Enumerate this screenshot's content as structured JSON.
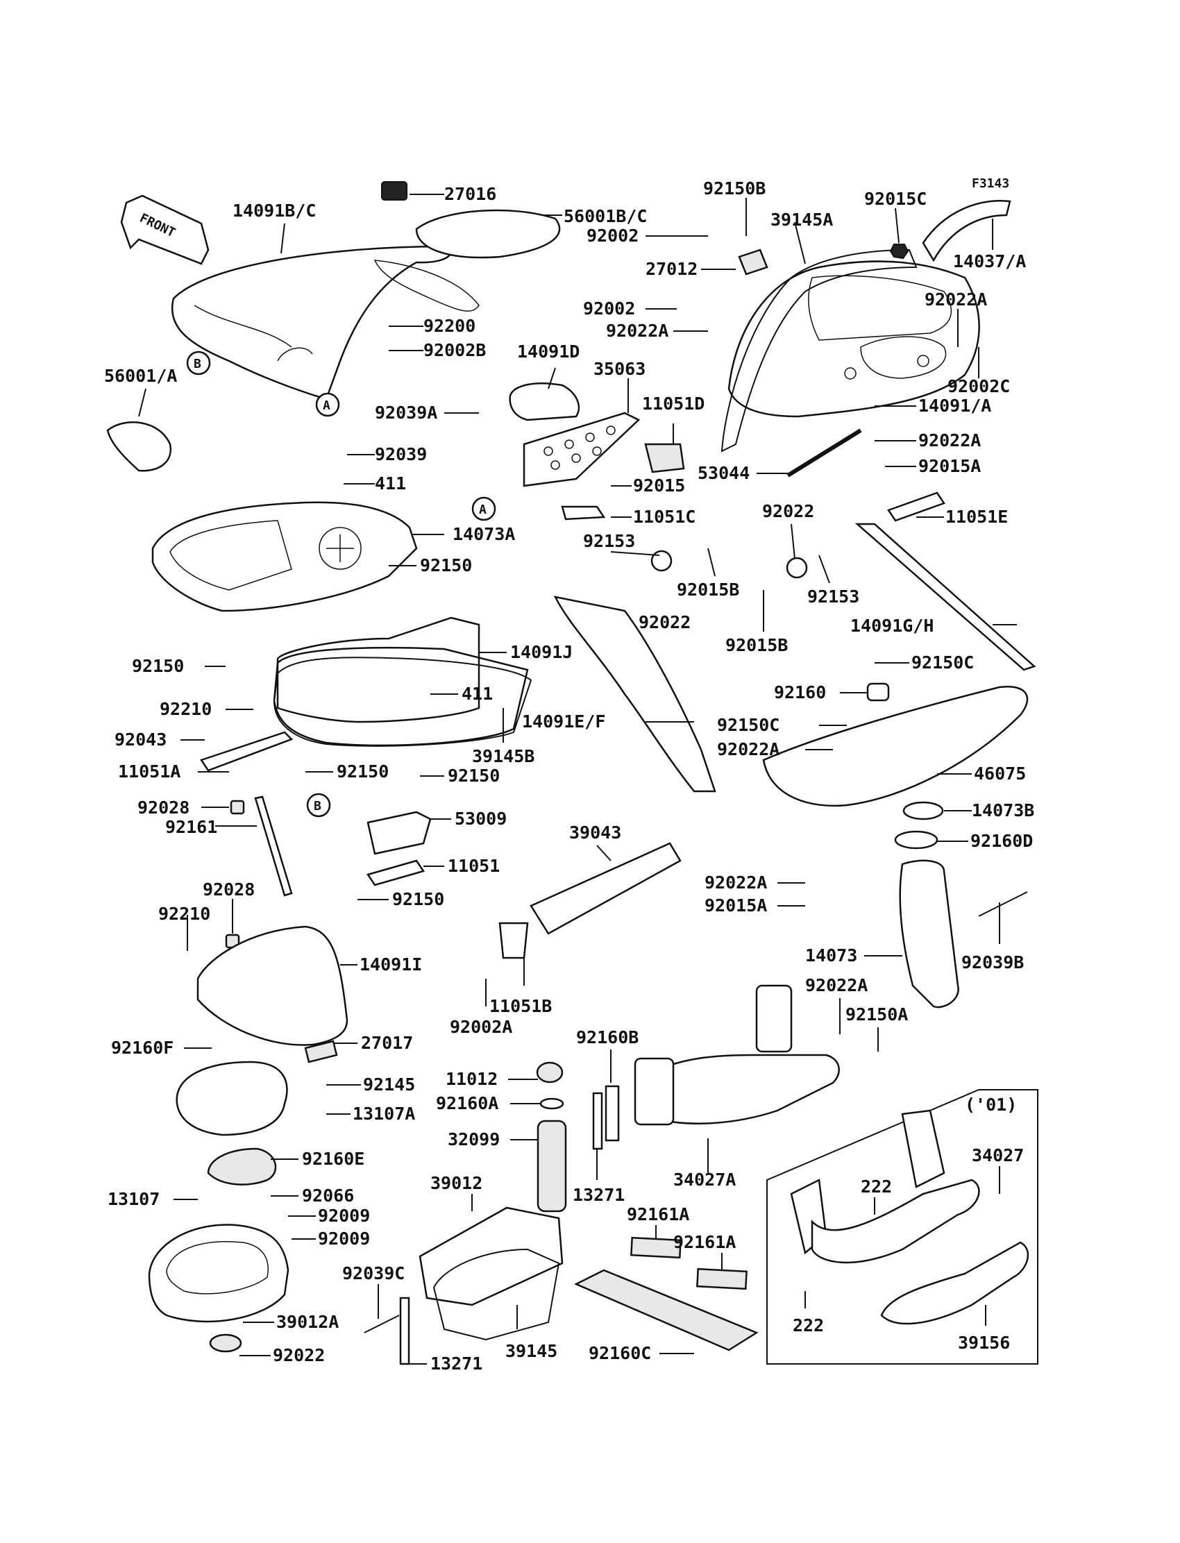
{
  "figure_code": "F3143",
  "front_arrow_text": "FRONT",
  "callout_a": "A",
  "callout_b": "B",
  "variant_box_label": "('01)",
  "parts": {
    "p27016": "27016",
    "p14091bc": "14091B/C",
    "p56001bc": "56001B/C",
    "p92200": "92200",
    "p92002b": "92002B",
    "p56001a": "56001/A",
    "p92039a": "92039A",
    "p14091d": "14091D",
    "p35063": "35063",
    "p11051d": "11051D",
    "p92039": "92039",
    "p411a": "411",
    "p14073a": "14073A",
    "p92015": "92015",
    "p11051c": "11051C",
    "p92150a1": "92150",
    "p92150b1": "92150",
    "p14091j": "14091J",
    "p411b": "411",
    "p39145b": "39145B",
    "p92210a": "92210",
    "p92043": "92043",
    "p11051a": "11051A",
    "p92150c1": "92150",
    "p92150d1": "92150",
    "p92028a": "92028",
    "p92161": "92161",
    "p53009": "53009",
    "p11051": "11051",
    "p92150e1": "92150",
    "p92028b": "92028",
    "p92210b": "92210",
    "p14091i": "14091I",
    "p92160f": "92160F",
    "p27017": "27017",
    "p92145": "92145",
    "p13107a": "13107A",
    "p92160e": "92160E",
    "p13107": "13107",
    "p92066": "92066",
    "p92009a": "92009",
    "p92009b": "92009",
    "p39012a": "39012A",
    "p92022d": "92022",
    "p92150b_top": "92150B",
    "p39145a": "39145A",
    "p92015c": "92015C",
    "p14037a": "14037/A",
    "p92002_1": "92002",
    "p27012": "27012",
    "p92002_2": "92002",
    "p92022a_1": "92022A",
    "p92022a_2": "92022A",
    "p92002c": "92002C",
    "p14091a": "14091/A",
    "p92022a_3": "92022A",
    "p92015a_1": "92015A",
    "p53044": "53044",
    "p11051e": "11051E",
    "p92022_1": "92022",
    "p92153a": "92153",
    "p92015b_1": "92015B",
    "p92022_2": "92022",
    "p92153b": "92153",
    "p92015b_2": "92015B",
    "p14091gh": "14091G/H",
    "p92150c": "92150C",
    "p92160": "92160",
    "p14091ef": "14091E/F",
    "p92150c_2": "92150C",
    "p92022a_4": "92022A",
    "p46075": "46075",
    "p14073b": "14073B",
    "p92160d": "92160D",
    "p39043": "39043",
    "p92022a_5": "92022A",
    "p92015a_2": "92015A",
    "p14073": "14073",
    "p92039b": "92039B",
    "p11051b": "11051B",
    "p92002a": "92002A",
    "p92022a_6": "92022A",
    "p92150a": "92150A",
    "p92160b": "92160B",
    "p11012": "11012",
    "p92160a": "92160A",
    "p32099": "32099",
    "p13271a": "13271",
    "p39012": "39012",
    "p34027a": "34027A",
    "p92161a_1": "92161A",
    "p92161a_2": "92161A",
    "p92039c": "92039C",
    "p39145": "39145",
    "p13271b": "13271",
    "p92160c": "92160C",
    "p222a": "222",
    "p222b": "222",
    "p34027": "34027",
    "p39156": "39156"
  }
}
